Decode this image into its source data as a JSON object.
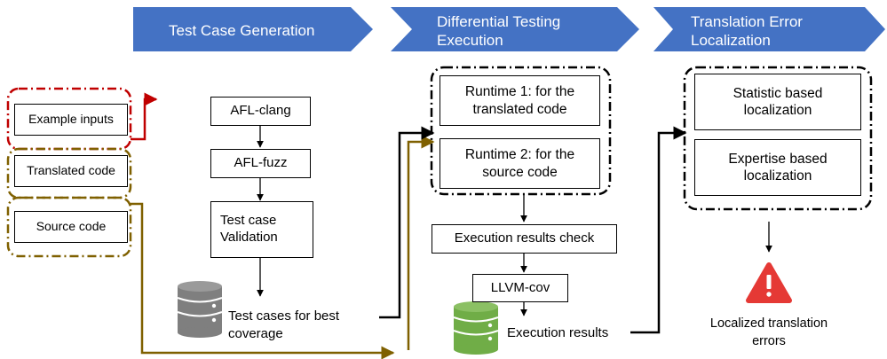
{
  "stages": [
    {
      "label": "Test Case Generation"
    },
    {
      "label": "Differential Testing Execution"
    },
    {
      "label": "Translation Error Localization"
    }
  ],
  "inputs": {
    "example_inputs": "Example inputs",
    "translated_code": "Translated code",
    "source_code": "Source  code"
  },
  "generation": {
    "afl_clang": "AFL-clang",
    "afl_fuzz": "AFL-fuzz",
    "validation": "Test case Validation",
    "db_label": "Test cases for best coverage"
  },
  "execution": {
    "runtime1": "Runtime 1:  for the translated code",
    "runtime2": "Runtime 2:  for the source code",
    "check": "Execution results check",
    "llvm_cov": "LLVM-cov",
    "db_label": "Execution results"
  },
  "localization": {
    "statistic": "Statistic based localization",
    "expertise": "Expertise  based localization",
    "output_label": "Localized translation errors",
    "output_icon": "warning-icon"
  },
  "colors": {
    "stage_fill": "#4472C4",
    "dash_red": "#C00000",
    "dash_olive": "#7F6000",
    "dash_black": "#000000",
    "database": "#7F7F7F",
    "database_green": "#70AD47",
    "warning": "#E53935"
  }
}
